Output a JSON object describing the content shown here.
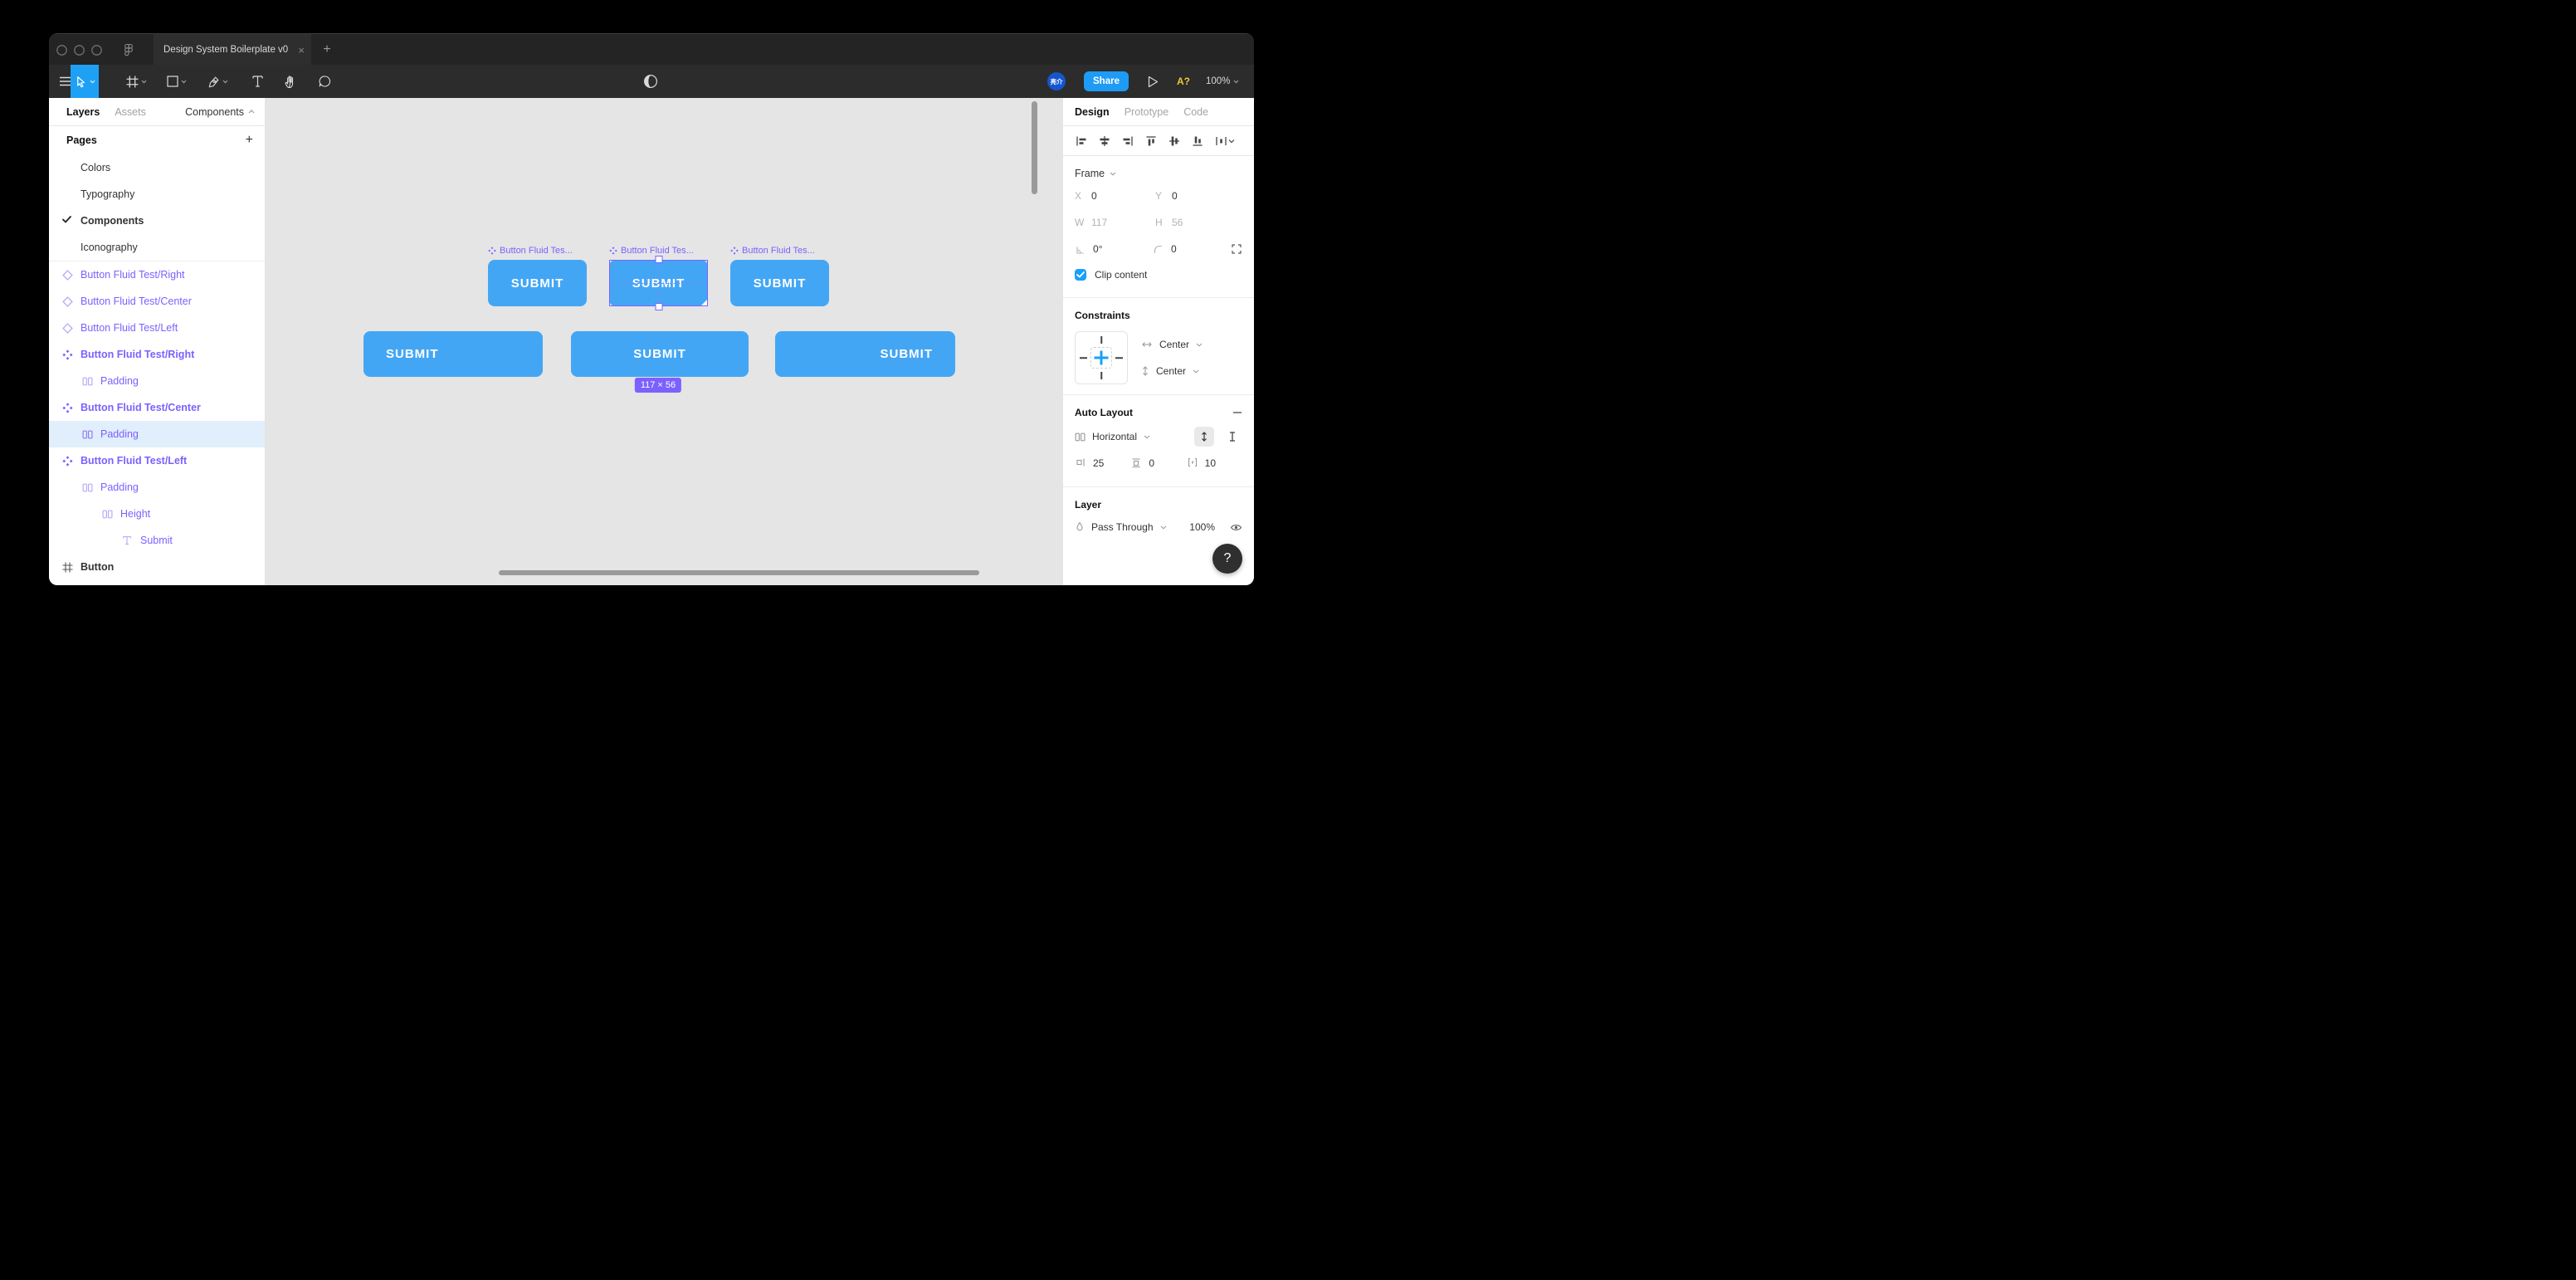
{
  "window": {
    "tab_title": "Design System Boilerplate v0"
  },
  "icons_text": {
    "close": "×",
    "new_tab": "+",
    "add_page": "+",
    "help": "?",
    "minus": "—"
  },
  "toolbar": {
    "avatar": "亮介",
    "share": "Share",
    "accessibility": "A?",
    "zoom": "100%"
  },
  "left_panel": {
    "tabs": {
      "layers": "Layers",
      "assets": "Assets",
      "components": "Components"
    },
    "pages": {
      "title": "Pages",
      "items": [
        "Colors",
        "Typography",
        "Components",
        "Iconography"
      ],
      "selected": "Components"
    },
    "layers": [
      {
        "label": "Button Fluid Test/Right",
        "icon": "instance-diamond",
        "indent": 0,
        "bold": false
      },
      {
        "label": "Button Fluid Test/Center",
        "icon": "instance-diamond",
        "indent": 0,
        "bold": false
      },
      {
        "label": "Button Fluid Test/Left",
        "icon": "instance-diamond",
        "indent": 0,
        "bold": false
      },
      {
        "label": "Button Fluid Test/Right",
        "icon": "component",
        "indent": 0,
        "bold": true
      },
      {
        "label": "Padding",
        "icon": "auto-layout",
        "indent": 1,
        "bold": false
      },
      {
        "label": "Button Fluid Test/Center",
        "icon": "component",
        "indent": 0,
        "bold": true
      },
      {
        "label": "Padding",
        "icon": "auto-layout",
        "indent": 1,
        "bold": false,
        "selected": true
      },
      {
        "label": "Button Fluid Test/Left",
        "icon": "component",
        "indent": 0,
        "bold": true
      },
      {
        "label": "Padding",
        "icon": "auto-layout",
        "indent": 1,
        "bold": false
      },
      {
        "label": "Height",
        "icon": "auto-layout",
        "indent": 2,
        "bold": false
      },
      {
        "label": "Submit",
        "icon": "text",
        "indent": 3,
        "bold": false
      },
      {
        "label": "Button",
        "icon": "frame",
        "indent": 0,
        "bold": true
      }
    ]
  },
  "canvas": {
    "instance_labels": [
      "Button Fluid Tes...",
      "Button Fluid Tes...",
      "Button Fluid Tes..."
    ],
    "buttons_top": [
      "SUBMIT",
      "SUBMIT",
      "SUBMIT"
    ],
    "buttons_bottom": [
      {
        "label": "SUBMIT",
        "align": "left"
      },
      {
        "label": "SUBMIT",
        "align": "center"
      },
      {
        "label": "SUBMIT",
        "align": "right"
      }
    ],
    "selection_badge": "117 × 56"
  },
  "right_panel": {
    "tabs": [
      "Design",
      "Prototype",
      "Code"
    ],
    "frame": {
      "title": "Frame",
      "x_label": "X",
      "x": "0",
      "y_label": "Y",
      "y": "0",
      "w_label": "W",
      "w": "117",
      "h_label": "H",
      "h": "56",
      "rotation": "0°",
      "corner_radius": "0",
      "clip_content": "Clip content"
    },
    "constraints": {
      "title": "Constraints",
      "horizontal": "Center",
      "vertical": "Center"
    },
    "auto_layout": {
      "title": "Auto Layout",
      "direction": "Horizontal",
      "padding_horizontal": "25",
      "padding_vertical": "0",
      "spacing": "10"
    },
    "layer": {
      "title": "Layer",
      "blend_mode": "Pass Through",
      "opacity": "100%"
    }
  },
  "colors": {
    "accent_blue": "#18a0fb",
    "toolbar_selected_blue": "#1ea1f5",
    "canvas_button_blue": "#43a6f5",
    "component_purple": "#7b61ff",
    "selected_row_bg": "#e1eefb",
    "canvas_bg": "#e5e5e5",
    "chrome_dark": "#2c2c2c",
    "accessibility_yellow": "#f3c731"
  }
}
